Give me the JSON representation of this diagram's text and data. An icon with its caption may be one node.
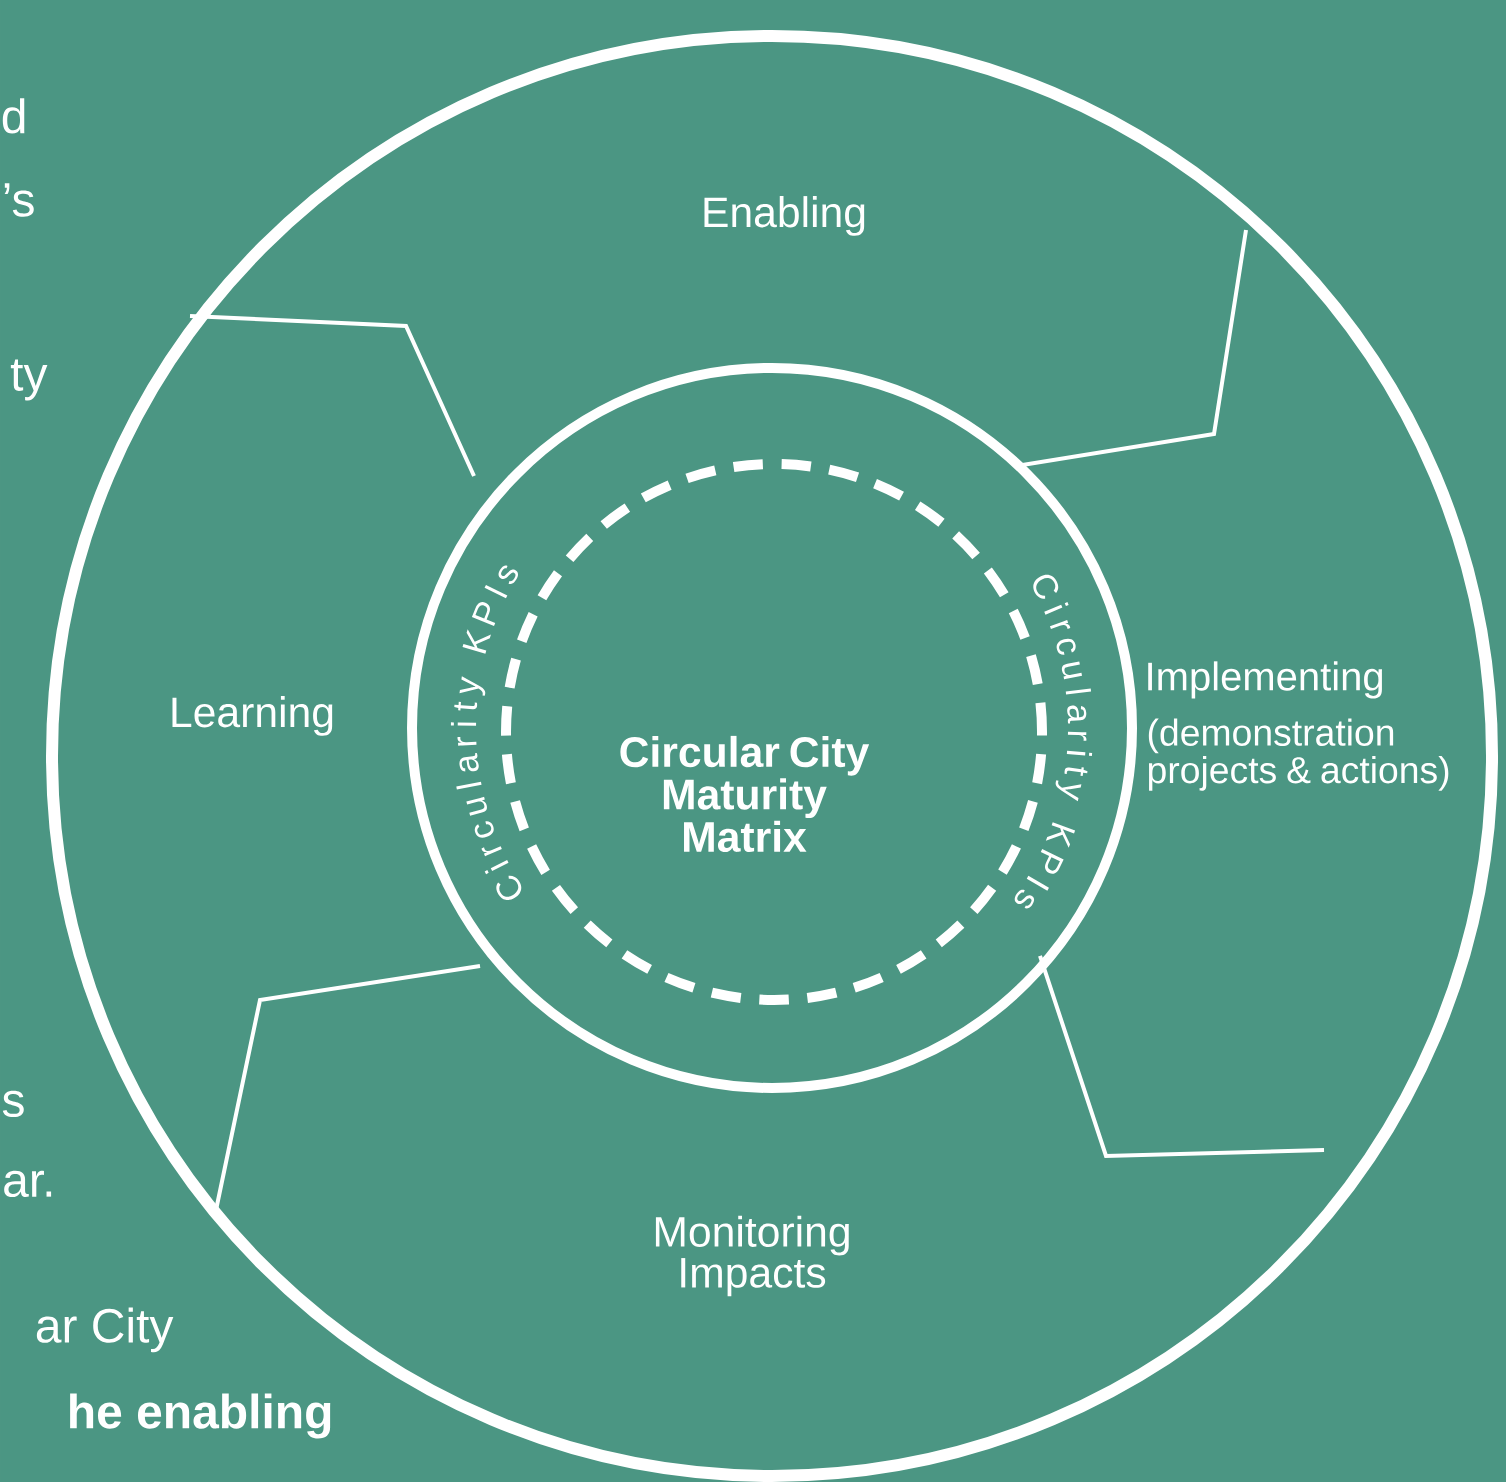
{
  "diagram": {
    "nodes": [
      {
        "text": [
          "Enabling",
          "Implementing",
          "(demonstration projects & actions)",
          "Monitoring Impacts",
          "Learning"
        ]
      },
      {
        "text": [
          "Circularity KPIs",
          "Circularity KPIs"
        ],
        "in": 0
      },
      {
        "text": [
          "Circular City Maturity Matrix"
        ],
        "in": 1
      }
    ],
    "labels": [
      "d",
      "’s",
      "ty",
      "s",
      "ar.",
      "ar City",
      "he enabling"
    ]
  }
}
